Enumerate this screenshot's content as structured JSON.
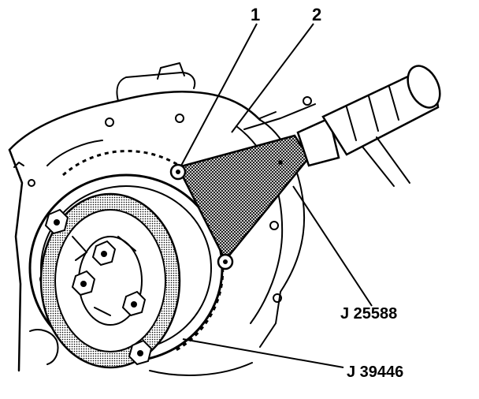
{
  "callouts": [
    {
      "id": "1",
      "text": "1"
    },
    {
      "id": "2",
      "text": "2"
    }
  ],
  "tool_labels": [
    {
      "id": "j25588",
      "text": "J 25588"
    },
    {
      "id": "j39446",
      "text": "J 39446"
    }
  ],
  "colors": {
    "ink": "#000000",
    "background": "#ffffff",
    "hatch": "#000000"
  },
  "icons": {
    "illustration": "engine-flywheel-holder-illustration"
  }
}
